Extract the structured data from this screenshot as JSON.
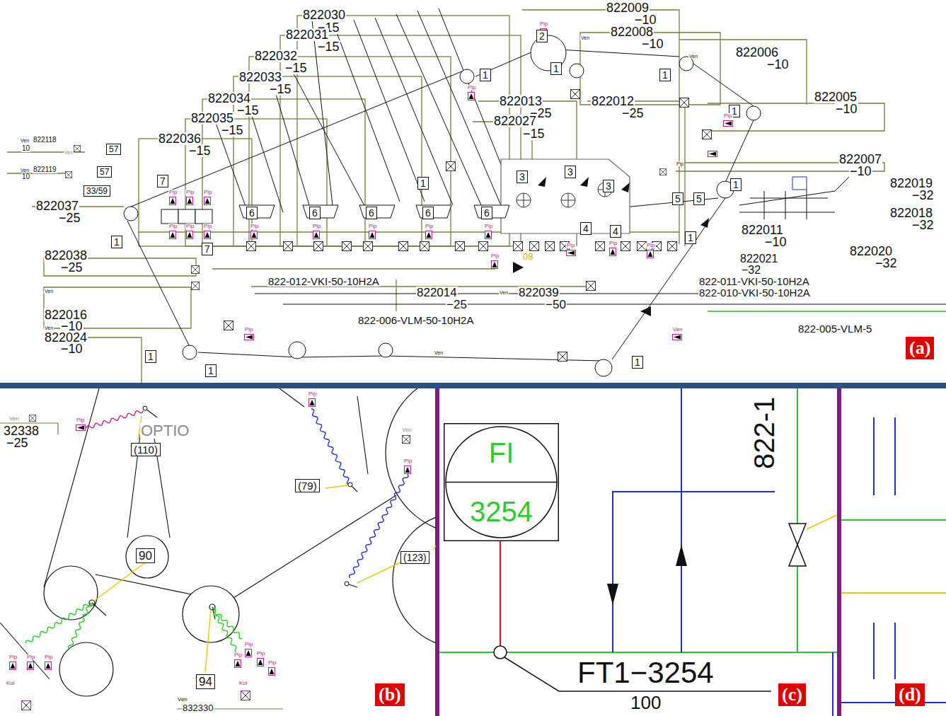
{
  "diagram": {
    "nodes": [
      {
        "text": [
          "FI",
          "3254"
        ]
      }
    ],
    "labels": [
      "822030",
      "−15",
      "822031",
      "−15",
      "822032",
      "−15",
      "822033",
      "−15",
      "822034",
      "−15",
      "822035",
      "−15",
      "822036",
      "−15",
      "822009",
      "−10",
      "822008",
      "−10",
      "822006",
      "−10",
      "822005",
      "−10",
      "822013",
      "−25",
      "822012",
      "−25",
      "822027",
      "−15",
      "822007",
      "−10",
      "822019",
      "−32",
      "822018",
      "−32",
      "822011",
      "−10",
      "822020",
      "−32",
      "822021",
      "−32",
      "822-011-VKI-50-10H2A",
      "822-010-VKI-50-10H2A",
      "822-012-VKI-50-10H2A",
      "822014",
      "−25",
      "822039",
      "−50",
      "822-006-VLM-50-10H2A",
      "822-005-VLM-5",
      "822118",
      "10",
      "822119",
      "10",
      "57",
      "57",
      "33/59",
      "822037",
      "−25",
      "822038",
      "−25",
      "822016",
      "−10",
      "822024",
      "−10",
      "08",
      "2",
      "1",
      "1",
      "1",
      "1",
      "7",
      "1",
      "3",
      "3",
      "3",
      "1",
      "5",
      "5",
      "6",
      "6",
      "6",
      "6",
      "6",
      "7",
      "1",
      "4",
      "4",
      "1",
      "1",
      "1",
      "1",
      "(a)",
      "32338",
      "−25",
      "OPTIO",
      "(110)",
      "(79)",
      "(123)",
      "90",
      "94",
      "832330",
      "(b)",
      "822-1",
      "FT1−3254",
      "100",
      "(c)",
      "(d)",
      "Ven",
      "Pip",
      "Pip",
      "Ven",
      "Pip",
      "Ven",
      "Pip",
      "Pip",
      "Pip",
      "Kol",
      "Pip",
      "Pip",
      "Pip",
      "Pip",
      "Kol",
      "Ven",
      "Ven",
      "Ven",
      "Pip",
      "Pip",
      "Ven",
      "Ven",
      "Pip",
      "Pip",
      "Pip",
      "Pip",
      "Pip",
      "Pip",
      "Pip",
      "Pip",
      "Pip",
      "Pip",
      "Pip",
      "Pip",
      "Pip",
      "Pip",
      "Pip",
      "Pip",
      "Ven",
      "Ven",
      "Ven",
      "Ven",
      "Ven",
      "Pip",
      "Pip"
    ]
  }
}
